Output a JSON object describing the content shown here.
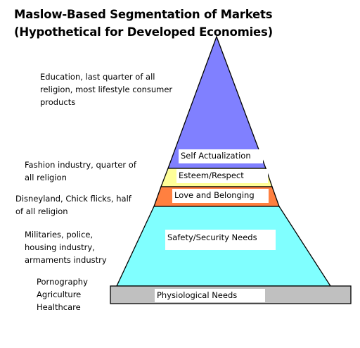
{
  "title": {
    "line1": "Maslow-Based Segmentation of Markets",
    "line2": "(Hypothetical for Developed Economies)"
  },
  "levels": [
    {
      "name": "Self Actualization",
      "color": "#8080ff",
      "segment": "Education, last quarter of all\nreligion, most lifestyle consumer\nproducts"
    },
    {
      "name": "Esteem/Respect",
      "color": "#ffff99",
      "segment": "Fashion industry, quarter of\nall religion"
    },
    {
      "name": "Love and Belonging",
      "color": "#ff8040",
      "segment": "Disneyland, Chick flicks, half\nof all religion"
    },
    {
      "name": "Safety/Security Needs",
      "color": "#80ffff",
      "segment": "Militaries, police,\nhousing industry,\narmaments industry"
    },
    {
      "name": "Physiological Needs",
      "color": "#c0c0c0",
      "segment": "Pornography\nAgriculture\nHealthcare"
    }
  ]
}
